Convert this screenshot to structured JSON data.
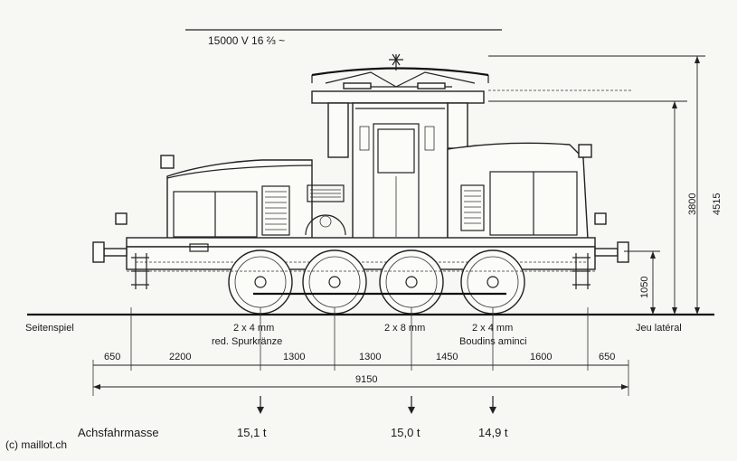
{
  "voltage_label": "15000 V 16 ⅔ ~",
  "left_label": "Seitenspiel",
  "right_label": "Jeu latéral",
  "play_left_value": "2 x 4 mm",
  "play_left_note": "red. Spurkränze",
  "play_center_value": "2 x 8 mm",
  "play_right_value": "2 x 4 mm",
  "play_right_note": "Boudins aminci",
  "dimensions": {
    "d650_left": "650",
    "d2200": "2200",
    "d1300_a": "1300",
    "d1300_b": "1300",
    "d1450": "1450",
    "d1600": "1600",
    "d650_right": "650",
    "total_length": "9150",
    "height_pantograph": "4515",
    "height_roof": "3800",
    "height_buffer": "1050"
  },
  "axle_mass_label": "Achsfahrmasse",
  "axle_masses": [
    "15,1 t",
    "15,0 t",
    "14,9 t"
  ],
  "credit": "(c) maillot.ch",
  "colors": {
    "ink": "#1a1a1a",
    "paper": "#f7f7f4"
  }
}
